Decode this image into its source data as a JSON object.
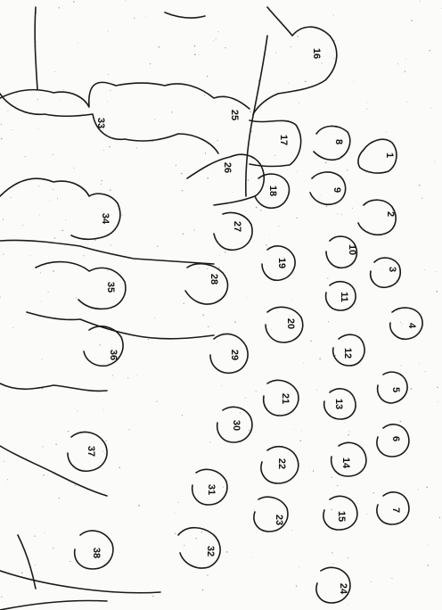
{
  "figure": {
    "description_free": true,
    "colors": {
      "ink": "#1a1a1a",
      "paper": "#fbfbf9"
    },
    "labels": [
      "1",
      "2",
      "3",
      "4",
      "5",
      "6",
      "7",
      "8",
      "9",
      "10",
      "11",
      "12",
      "13",
      "14",
      "15",
      "16",
      "17",
      "18",
      "19",
      "20",
      "21",
      "22",
      "23",
      "24",
      "25",
      "26",
      "27",
      "28",
      "29",
      "30",
      "31",
      "32",
      "33",
      "34",
      "35",
      "36",
      "37",
      "38"
    ]
  }
}
